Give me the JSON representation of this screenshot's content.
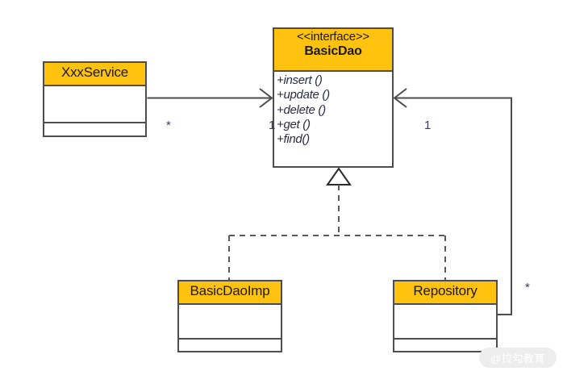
{
  "diagram": {
    "title": "BasicDao UML class diagram",
    "type": "uml-class-diagram",
    "background": "#ffffff",
    "header_color": "#FFC20E",
    "border_color": "#4d4d4d",
    "line_color": "#4d4d4d"
  },
  "classes": {
    "xxx_service": {
      "name": "XxxService",
      "stereotype": "",
      "attributes": [],
      "operations": []
    },
    "basic_dao": {
      "stereotype": "<<interface>>",
      "name": "BasicDao",
      "operations": [
        "+insert ()",
        "+update ()",
        "+delete ()",
        "+get ()",
        "+find()"
      ]
    },
    "basic_dao_imp": {
      "name": "BasicDaoImp",
      "stereotype": "",
      "attributes": [],
      "operations": []
    },
    "repository": {
      "name": "Repository",
      "stereotype": "",
      "attributes": [],
      "operations": []
    }
  },
  "multiplicities": {
    "service_side": "*",
    "dao_left_side": "1",
    "dao_right_side": "1",
    "repository_side": "*"
  },
  "relations": [
    {
      "kind": "association",
      "from": "XxxService",
      "to": "BasicDao",
      "from_multiplicity": "*",
      "to_multiplicity": "1"
    },
    {
      "kind": "association",
      "from": "Repository",
      "to": "BasicDao",
      "from_multiplicity": "*",
      "to_multiplicity": "1"
    },
    {
      "kind": "realization",
      "from": "BasicDaoImp",
      "to": "BasicDao"
    },
    {
      "kind": "realization",
      "from": "Repository",
      "to": "BasicDao"
    }
  ],
  "watermark": {
    "text": "@拉勾教育"
  }
}
